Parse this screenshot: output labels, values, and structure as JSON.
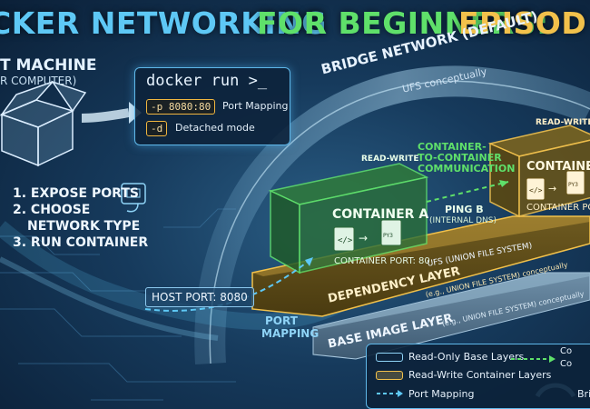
{
  "title": {
    "part1": "CKER NETWORKING",
    "part2": "FOR BEGINNERS:",
    "part3": "EPISOD"
  },
  "host": {
    "title": "T MACHINE",
    "subtitle": "R COMPUTER)"
  },
  "steps": [
    "1. EXPOSE PORTS",
    "2. CHOOSE",
    "NETWORK TYPE",
    "3. RUN CONTAINER"
  ],
  "command": {
    "title": "docker run >_",
    "flags": [
      {
        "flag": "-p 8080:80",
        "desc": "Port Mapping"
      },
      {
        "flag": "-d",
        "desc": "Detached mode"
      }
    ]
  },
  "bridge": {
    "label": "BRIDGE NETWORK (DEFAULT)",
    "sublabel": "UFS conceptually"
  },
  "containers": {
    "a": {
      "tag": "READ-WRITE",
      "name": "CONTAINER A",
      "port": "CONTAINER PORT: 80",
      "file": "PY3"
    },
    "b": {
      "tag": "READ-WRITE",
      "name": "CONTAINER B",
      "port": "CONTAINER POR",
      "file": "PY3"
    }
  },
  "communication": {
    "line1": "CONTAINER-",
    "line2": "TO-CONTAINER",
    "line3": "COMMUNICATION",
    "ping": "PING B",
    "dns": "(INTERNAL DNS)"
  },
  "layers": {
    "ufs": "UFS (UNION FILE SYSTEM)",
    "dependency": "DEPENDENCY LAYER",
    "dependency_note": "(e.g., UNION FILE SYSTEM) conceptually",
    "base": "BASE IMAGE LAYER",
    "base_note": "(e.g., UNION FILE SYSTEM) conceptually"
  },
  "host_port": "HOST PORT: 8080",
  "port_mapping": {
    "line1": "PORT",
    "line2": "MAPPING"
  },
  "legend": {
    "items": [
      {
        "label": "Read-Only Base Layers",
        "color": "#8fd4f7"
      },
      {
        "label": "Read-Write Container Layers",
        "color": "#f2c14b"
      },
      {
        "label": "Port Mapping",
        "color": "#5ec8f5"
      }
    ],
    "right_items": [
      {
        "label": "Co",
        "color": "#5fe06a"
      },
      {
        "label": "Co",
        "color": "#5fe06a"
      },
      {
        "label": "Brid",
        "color": "#8fd4f7"
      }
    ]
  },
  "colors": {
    "blue": "#5ec8f5",
    "green": "#5fe06a",
    "yellow": "#f2c14b"
  },
  "icons": [
    "box-icon",
    "ethernet-port-icon",
    "code-file-icon",
    "python-file-icon",
    "arrow-right-icon"
  ]
}
